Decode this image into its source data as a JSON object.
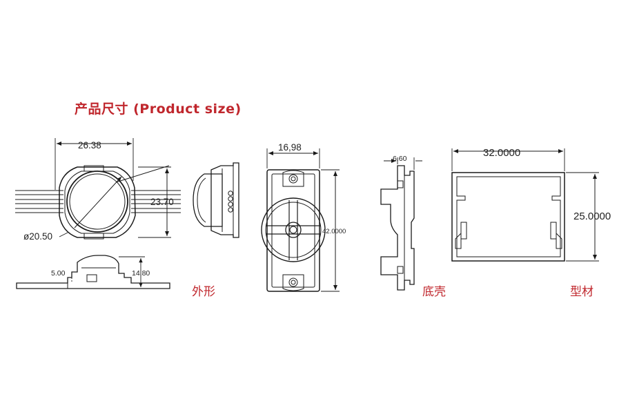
{
  "title": "产品尺寸 (Product size)",
  "captions": {
    "appearance": "外形",
    "base_shell": "底壳",
    "profile": "型材"
  },
  "dimensions": {
    "top_width": "26.38",
    "top_height": "23.70",
    "lens_diameter": "ø20.50",
    "side_low": "5.00",
    "side_high": "14.80",
    "base_width": "16,98",
    "base_length": "42.0000",
    "shell_thickness": "6.60",
    "profile_width": "32.0000",
    "profile_height": "25.0000"
  },
  "colors": {
    "title": "#c0272d",
    "caption": "#c0272d",
    "line": "#1a1a1a"
  }
}
